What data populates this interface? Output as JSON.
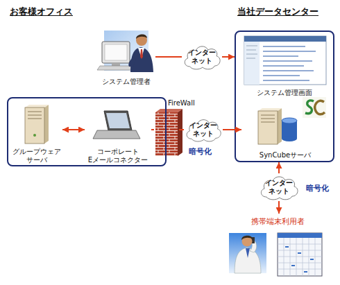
{
  "diagram": {
    "nodes": [
      {
        "text": [
          "システム管理者"
        ]
      },
      {
        "text": [
          "インター ネット"
        ]
      },
      {
        "text": []
      },
      {
        "text": [
          "システム管理画面"
        ],
        "in": 2
      },
      {
        "text": [
          "SynCubeサーバ"
        ],
        "in": 2
      },
      {
        "text": []
      },
      {
        "text": [
          "グループウェア サーバ"
        ],
        "in": 5
      },
      {
        "text": [
          "コーポレート Eメールコネクター"
        ],
        "in": 5
      },
      {
        "text": [
          "FireWall"
        ]
      },
      {
        "text": [
          "インター ネット"
        ]
      },
      {
        "text": [
          "インター ネット"
        ]
      },
      {
        "text": [
          "携帯端末利用者"
        ]
      }
    ],
    "edges": [
      {
        "from": 0,
        "to": 1,
        "arrow": "none"
      },
      {
        "from": 1,
        "to": 2,
        "arrow": "to"
      },
      {
        "from": 6,
        "to": 7,
        "arrow": "both"
      },
      {
        "from": 7,
        "to": 8,
        "arrow": "none"
      },
      {
        "from": 8,
        "to": 9,
        "arrow": "none"
      },
      {
        "from": 9,
        "to": 4,
        "arrow": "to"
      },
      {
        "from": 10,
        "to": 2,
        "arrow": "to"
      },
      {
        "from": 10,
        "to": 11,
        "arrow": "to"
      }
    ],
    "labels": [
      "お客様オフィス",
      "当社データセンター",
      "暗号化",
      "暗号化"
    ]
  }
}
